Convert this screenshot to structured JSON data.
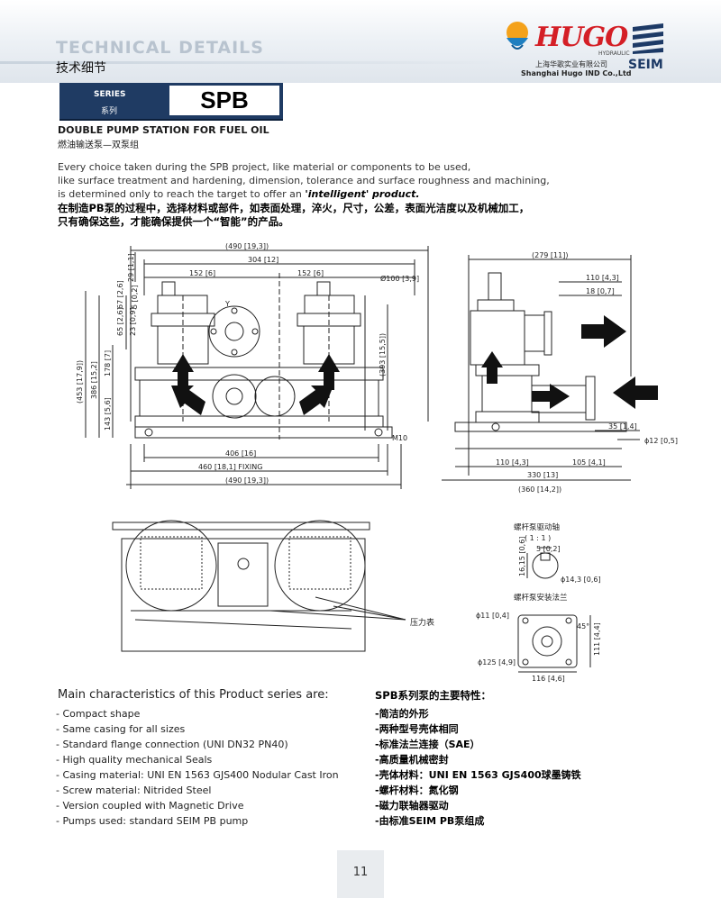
{
  "header": {
    "title": "TECHNICAL DETAILS",
    "subtitle": "技术细节"
  },
  "logo": {
    "brand": "HUGO",
    "tag": "HYDRAULIC",
    "company_cn": "上海华歌实业有限公司",
    "company_en": "Shanghai Hugo IND Co.,Ltd",
    "partner": "SEIM",
    "brand_color": "#d41f26",
    "partner_color": "#1d3a66"
  },
  "series": {
    "label_en": "SERIES",
    "label_cn": "系列",
    "code": "SPB"
  },
  "product": {
    "title_en": "DOUBLE PUMP STATION FOR FUEL OIL",
    "title_cn": "燃油输送泵—双泵组"
  },
  "intro": {
    "line1": "Every choice taken during the SPB project, like material or components to be used,",
    "line2": "like surface treatment and hardening, dimension, tolerance and surface roughness and machining,",
    "line3_prefix": "is determined only to reach the target to offer an ",
    "line3_em": "'intelligent' product.",
    "cn_line1": "在制造PB泵的过程中，选择材料或部件，如表面处理，淬火，尺寸，公差，表面光洁度以及机械加工，",
    "cn_line2": "只有确保这些，才能确保提供一个“智能”的产品。"
  },
  "drawing": {
    "front": {
      "total_width": "(490 [19,3])",
      "inner_width": "304 [12]",
      "left_offset": "152 [6]",
      "right_offset": "152 [6]",
      "top_dim": "29 [1,1]",
      "dim_67": "67 [2,6]",
      "dim_5": "5 [0,2]",
      "dim_65": "65 [2,6]",
      "dim_23": "23 [0,9]",
      "height_total": "(453 [17,9])",
      "height_386": "386 [15,2]",
      "height_178": "178 [7]",
      "height_143": "143 [5,6]",
      "height_393": "(393 [15,5])",
      "bore": "Ø100 [3,9]",
      "axis_y": "Y",
      "bolt": "M10",
      "base_406": "406 [16]",
      "base_460": "460 [18,1] FIXING",
      "base_490": "(490 [19,3])"
    },
    "side": {
      "total_width": "(279 [11])",
      "dim_110_top": "110 [4,3]",
      "dim_18": "18 [0,7]",
      "dim_35": "35 [1,4]",
      "dim_12": "ϕ12 [0,5]",
      "dim_110_bottom": "110 [4,3]",
      "dim_105": "105 [4,1]",
      "dim_330": "330 [13]",
      "dim_360": "(360 [14,2])"
    },
    "shaft": {
      "title": "螺杆泵驱动轴",
      "scale": "( 1 : 1 )",
      "key_width": "5 [0,2]",
      "key_height": "16,15 [0,6]",
      "diameter": "ϕ14,3 [0,6]"
    },
    "flange": {
      "title": "螺杆泵安装法兰",
      "bore": "ϕ11 [0,4]",
      "angle": "45°",
      "height": "111 [4,4]",
      "pcd": "ϕ125 [4,9]",
      "width": "116 [4,6]"
    },
    "gauge_label": "压力表"
  },
  "characteristics": {
    "title_en": "Main characteristics of this Product series are:",
    "items_en": [
      "- Compact shape",
      "- Same casing for all sizes",
      "- Standard flange connection (UNI DN32 PN40)",
      "- High quality mechanical Seals",
      "- Casing material: UNI EN 1563 GJS400 Nodular Cast Iron",
      "- Screw material: Nitrided Steel",
      "- Version coupled with Magnetic Drive",
      "- Pumps used: standard SEIM PB pump"
    ],
    "title_cn": "SPB系列泵的主要特性：",
    "items_cn": [
      "-简洁的外形",
      "-两种型号壳体相同",
      "-标准法兰连接（SAE）",
      "-高质量机械密封",
      "-壳体材料：UNI EN 1563 GJS400球墨铸铁",
      "-螺杆材料：氮化钢",
      "-磁力联轴器驱动",
      "-由标准SEIM PB泵组成"
    ]
  },
  "page_number": "11"
}
